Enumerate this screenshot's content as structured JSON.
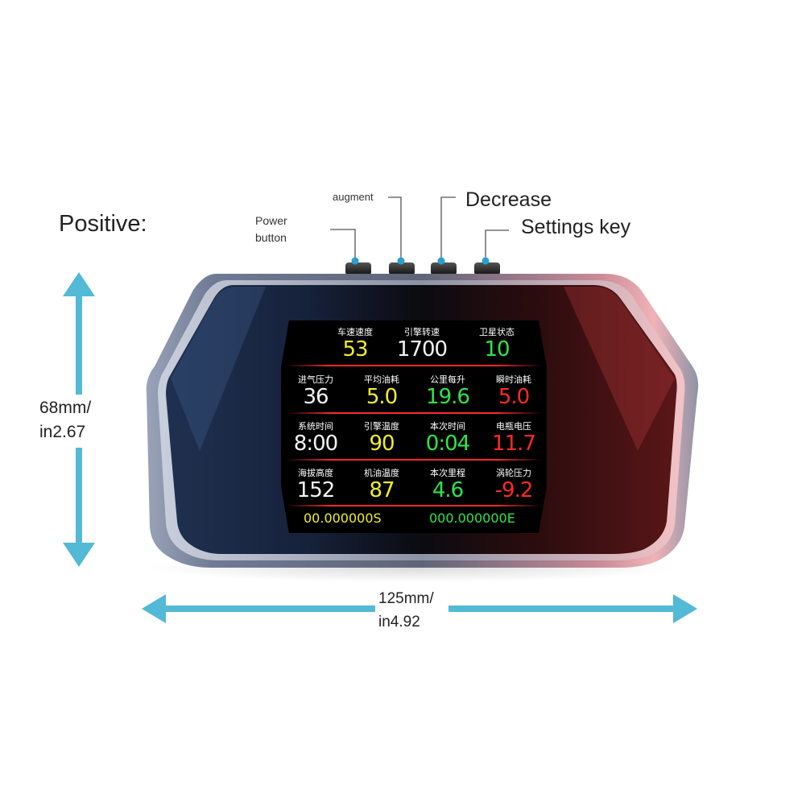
{
  "page": {
    "title": "Positive:",
    "buttons": {
      "power_line1": "Power",
      "power_line2": "button",
      "augment": "augment",
      "decrease": "Decrease",
      "settings": "Settings key"
    },
    "height_line1": "68mm/",
    "height_line2": "in2.67",
    "width_line1": "125mm/",
    "width_line2": "in4.92"
  },
  "display": {
    "row1": [
      {
        "caption": "车速速度",
        "value": "53",
        "color": "#f2ee2a"
      },
      {
        "caption": "引擎转速",
        "value": "1700",
        "color": "#f4f4f4"
      },
      {
        "caption": "卫星状态",
        "value": "10",
        "color": "#2ee54a"
      }
    ],
    "row2": [
      {
        "caption": "进气压力",
        "value": "36",
        "color": "#f4f4f4"
      },
      {
        "caption": "平均油耗",
        "value": "5.0",
        "color": "#f2ee2a"
      },
      {
        "caption": "公里每升",
        "value": "19.6",
        "color": "#2ee54a"
      },
      {
        "caption": "瞬时油耗",
        "value": "5.0",
        "color": "#ff2a22"
      }
    ],
    "row3": [
      {
        "caption": "系统时间",
        "value": "8:00",
        "color": "#f4f4f4"
      },
      {
        "caption": "引擎温度",
        "value": "90",
        "color": "#f2ee2a"
      },
      {
        "caption": "本次时间",
        "value": "0:04",
        "color": "#2ee54a"
      },
      {
        "caption": "电瓶电压",
        "value": "11.7",
        "color": "#ff2a22"
      }
    ],
    "row4": [
      {
        "caption": "海拔高度",
        "value": "152",
        "color": "#f4f4f4"
      },
      {
        "caption": "机油温度",
        "value": "87",
        "color": "#f2ee2a"
      },
      {
        "caption": "本次里程",
        "value": "4.6",
        "color": "#2ee54a"
      },
      {
        "caption": "涡轮压力",
        "value": "-9.2",
        "color": "#ff2a22"
      }
    ],
    "latitude": "00.000000S",
    "longitude": "000.000000E"
  },
  "colors": {
    "arrow": "#52b9d6",
    "left_glass": "#1f3150",
    "right_glass": "#5a1618"
  }
}
